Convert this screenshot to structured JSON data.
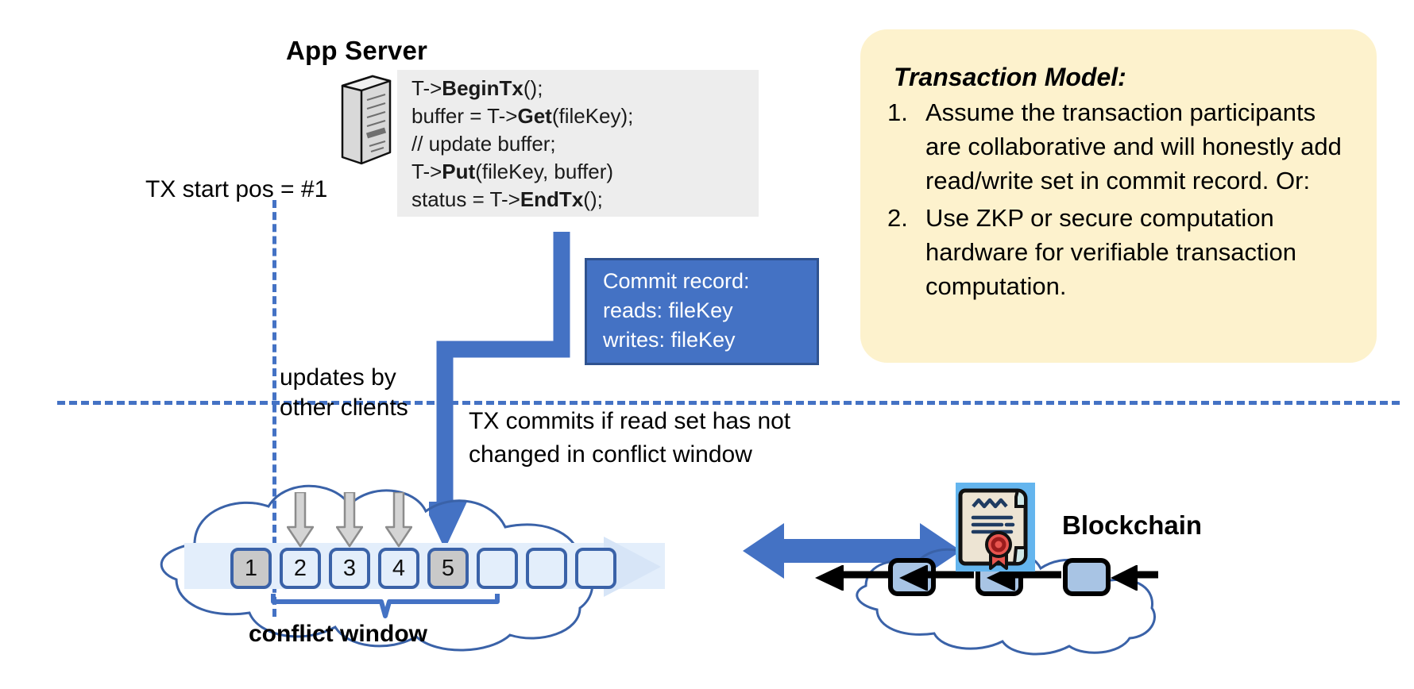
{
  "diagram": {
    "app_server": {
      "title": "App Server",
      "icon": "server-tower-icon",
      "code_lines": [
        {
          "pre": "T->",
          "bold": "BeginTx",
          "post": "();"
        },
        {
          "pre": "buffer = T->",
          "bold": "Get",
          "post": "(fileKey);"
        },
        {
          "pre": "// update buffer;",
          "bold": "",
          "post": ""
        },
        {
          "pre": "T->",
          "bold": "Put",
          "post": "(fileKey, buffer)"
        },
        {
          "pre": "status = T->",
          "bold": "EndTx",
          "post": "();"
        }
      ]
    },
    "tx_start_label": "TX start pos = #1",
    "commit_record": {
      "lines": [
        "Commit record:",
        "reads: fileKey",
        "writes: fileKey"
      ],
      "fill": "#4472c4",
      "border": "#2f528f"
    },
    "transaction_model": {
      "title": "Transaction Model:",
      "items": [
        {
          "num": "1.",
          "text": "Assume the transaction participants are collaborative and will honestly add read/write set in commit record.  Or:"
        },
        {
          "num": "2.",
          "text": "Use ZKP or secure computation hardware for verifiable transaction computation."
        }
      ],
      "fill": "#fdf2cd"
    },
    "log": {
      "updates_label": "updates by\nother clients",
      "commits_label": "TX commits if read set has not\nchanged in conflict window",
      "conflict_window_label": "conflict window",
      "blocks": [
        {
          "label": "1",
          "state": "filled"
        },
        {
          "label": "2",
          "state": "empty"
        },
        {
          "label": "3",
          "state": "empty"
        },
        {
          "label": "4",
          "state": "empty"
        },
        {
          "label": "5",
          "state": "filled"
        },
        {
          "label": "",
          "state": "empty"
        },
        {
          "label": "",
          "state": "empty"
        },
        {
          "label": "",
          "state": "empty"
        }
      ],
      "update_arrow_count": 3
    },
    "blockchain": {
      "label": "Blockchain",
      "icon": "signed-contract-icon",
      "block_count": 3,
      "link_arrow": "left-arrow-icon",
      "sync_arrow": "bidirectional-arrow-icon",
      "accent": "#4472c4"
    }
  }
}
